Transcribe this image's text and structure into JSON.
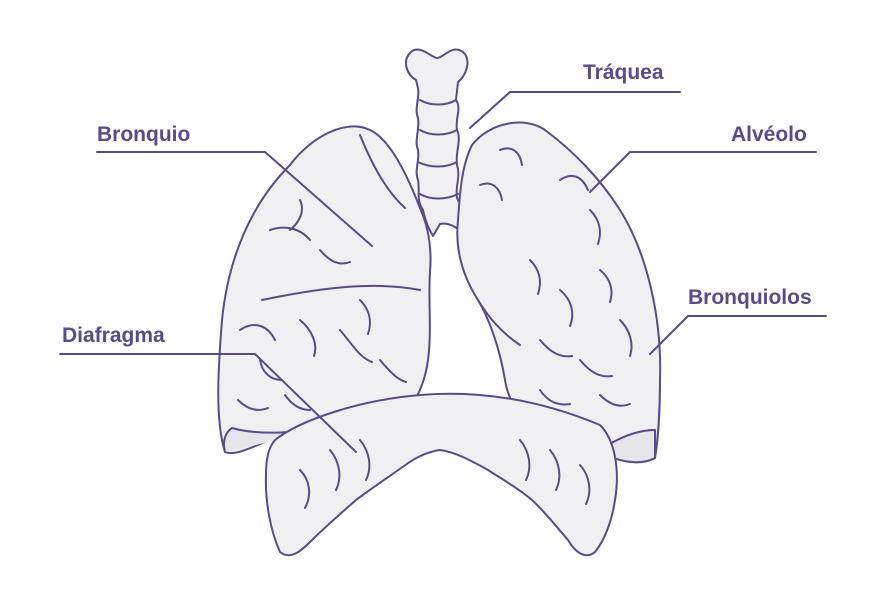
{
  "labels": {
    "traquea": "Tráquea",
    "bronquio": "Bronquio",
    "alveolo": "Alvéolo",
    "bronquiolos": "Bronquiolos",
    "diafragma": "Diafragma"
  },
  "colors": {
    "label": "#5a4a8c",
    "outline": "#5a4a8c",
    "organ_fill": "#f0f0f2",
    "background": "#ffffff"
  }
}
